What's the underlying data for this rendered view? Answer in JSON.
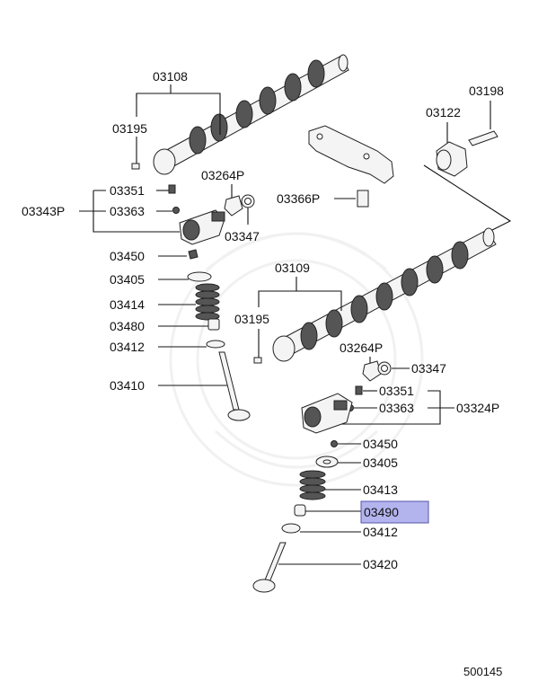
{
  "diagram_number": "500145",
  "highlighted_part": "03490",
  "parts": {
    "p03108": "03108",
    "p03195_a": "03195",
    "p03351_a": "03351",
    "p03343P": "03343P",
    "p03363_a": "03363",
    "p03264P_a": "03264P",
    "p03347_a": "03347",
    "p03366P": "03366P",
    "p03198": "03198",
    "p03122": "03122",
    "p03450_a": "03450",
    "p03405_a": "03405",
    "p03414": "03414",
    "p03480": "03480",
    "p03412_a": "03412",
    "p03410": "03410",
    "p03109": "03109",
    "p03195_b": "03195",
    "p03264P_b": "03264P",
    "p03347_b": "03347",
    "p03351_b": "03351",
    "p03363_b": "03363",
    "p03324P": "03324P",
    "p03450_b": "03450",
    "p03405_b": "03405",
    "p03413": "03413",
    "p03490": "03490",
    "p03412_b": "03412",
    "p03420": "03420"
  }
}
